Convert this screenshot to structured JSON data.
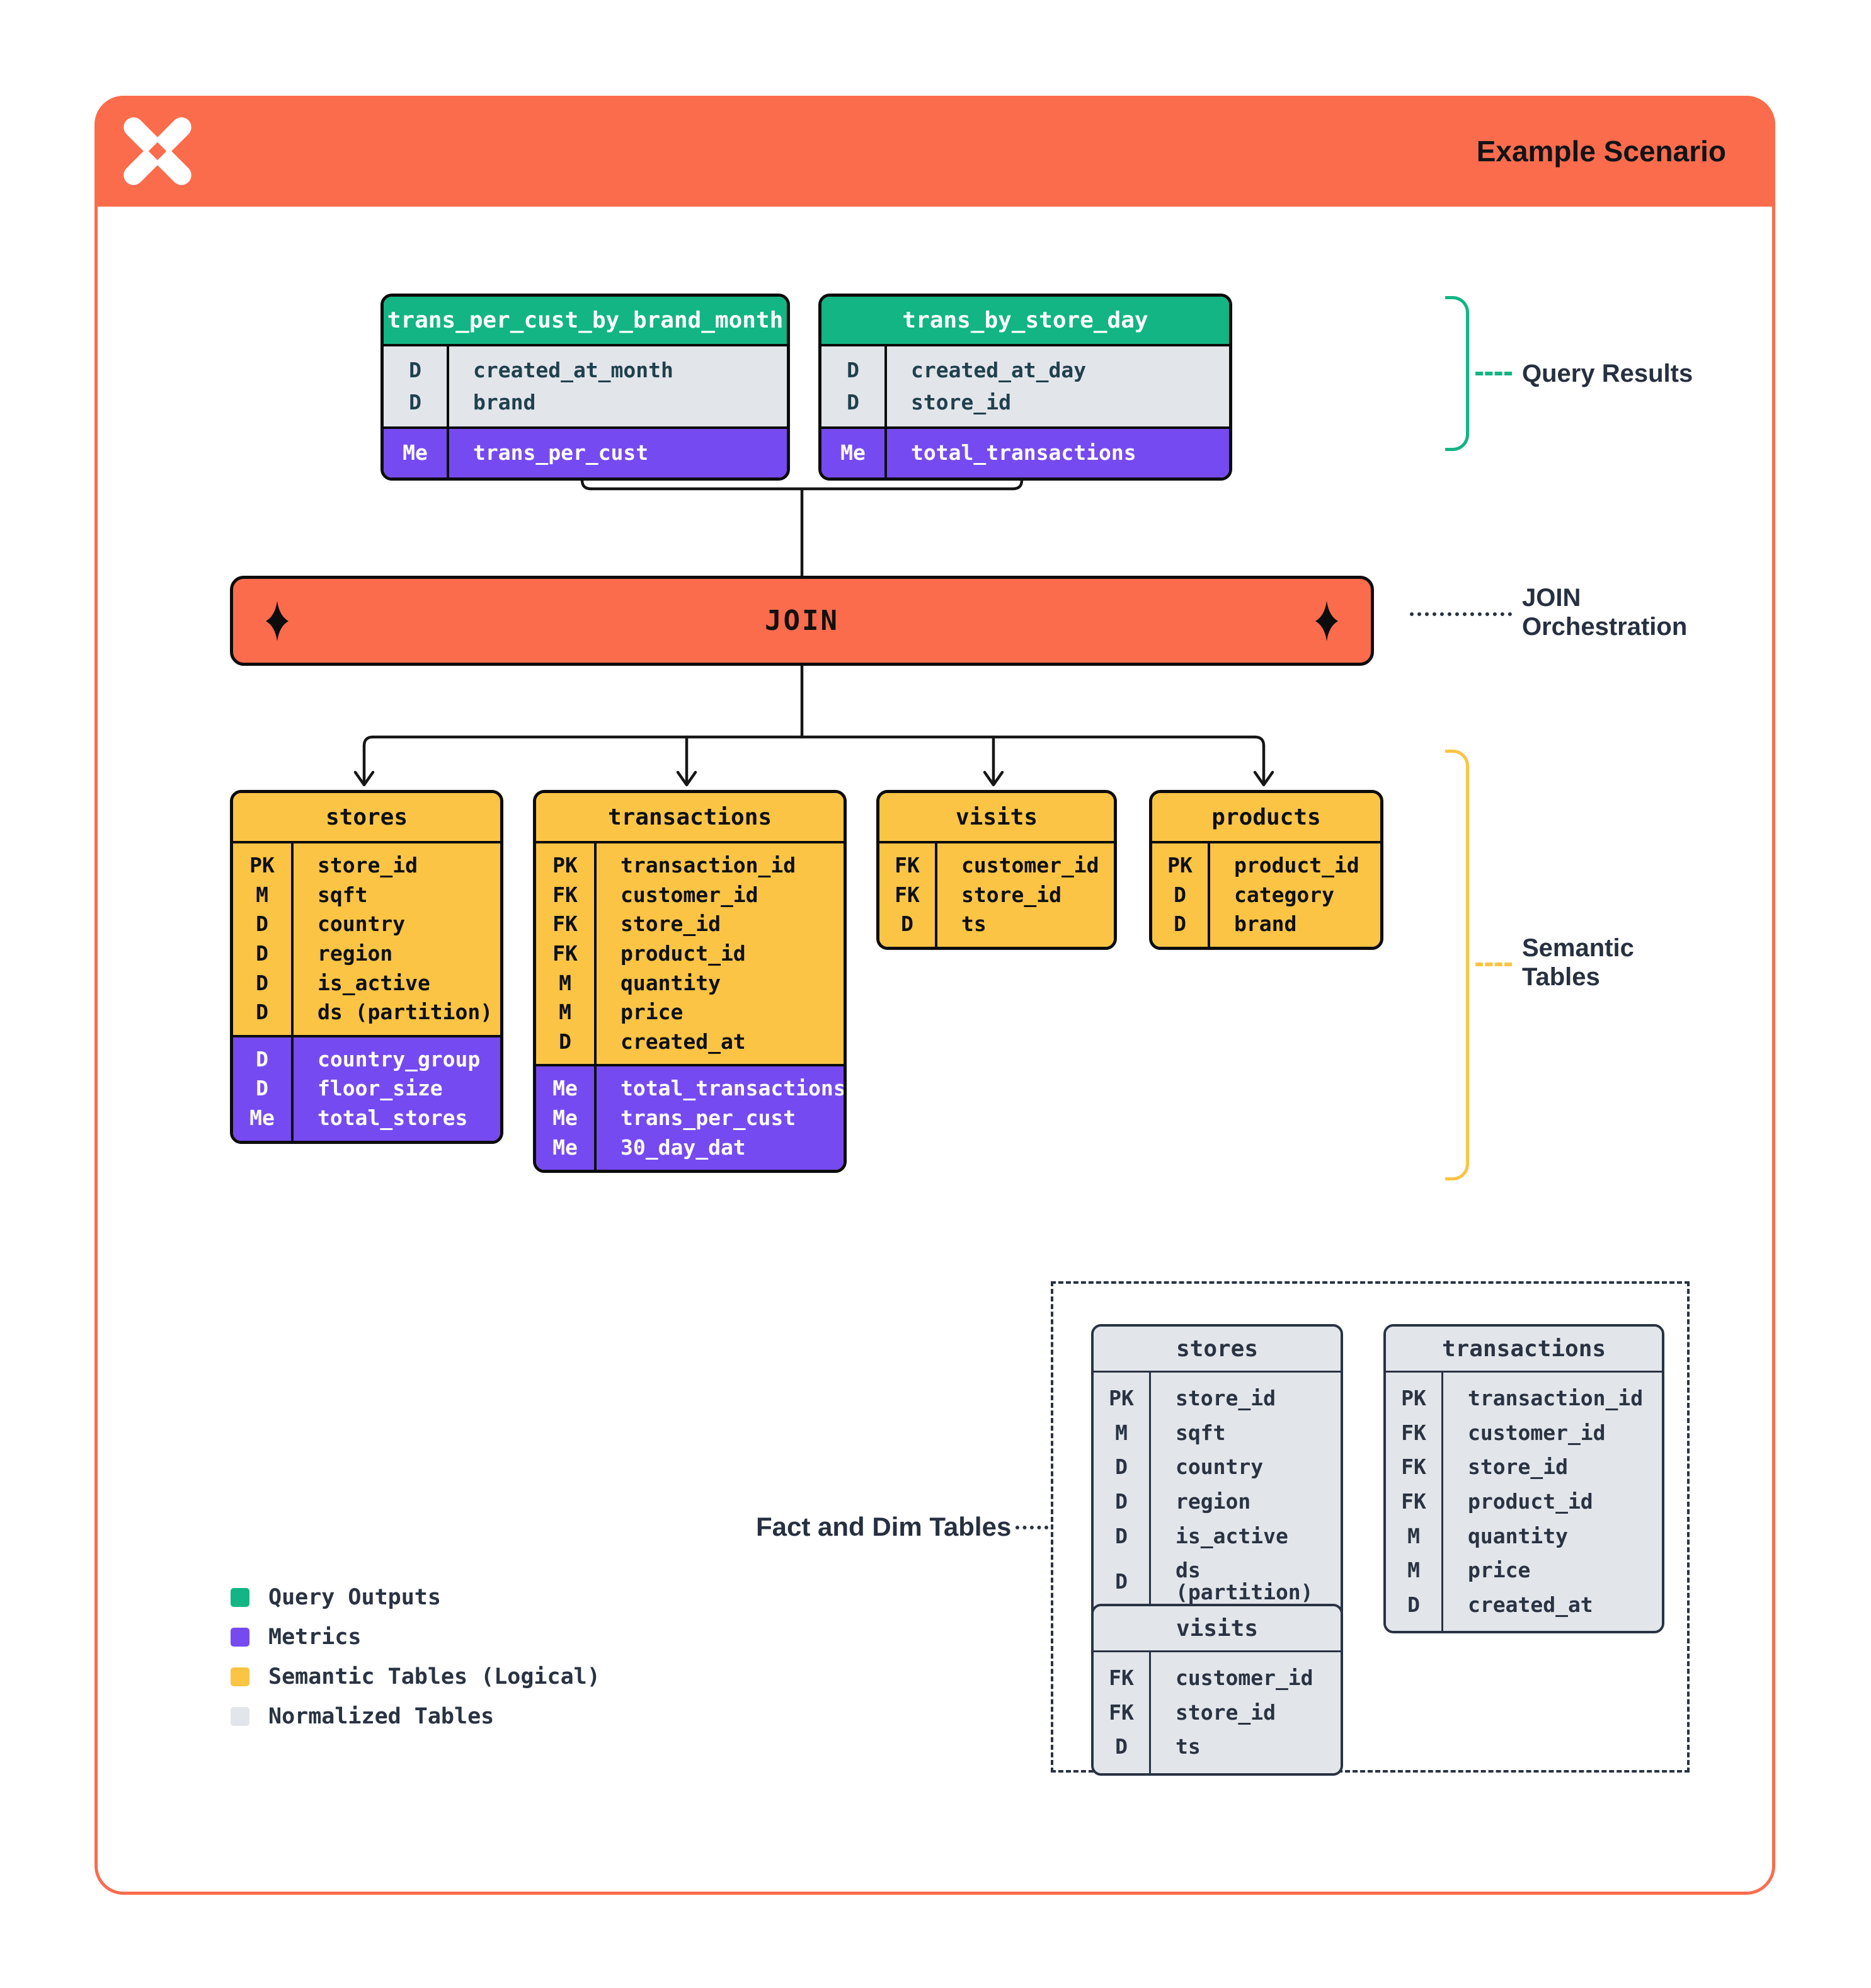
{
  "header": {
    "title": "Example Scenario"
  },
  "join": {
    "label": "JOIN"
  },
  "annotations": {
    "query_results": "Query Results",
    "join_orchestration": "JOIN Orchestration",
    "semantic_tables": "Semantic Tables",
    "fact_and_dim": "Fact and Dim Tables"
  },
  "query_tables": [
    {
      "name": "trans_per_cust_by_brand_month",
      "sections": [
        {
          "tone": "light",
          "rows": [
            [
              "D",
              "created_at_month"
            ],
            [
              "D",
              "brand"
            ]
          ]
        },
        {
          "tone": "purple",
          "rows": [
            [
              "Me",
              "trans_per_cust"
            ]
          ]
        }
      ]
    },
    {
      "name": "trans_by_store_day",
      "sections": [
        {
          "tone": "light",
          "rows": [
            [
              "D",
              "created_at_day"
            ],
            [
              "D",
              "store_id"
            ]
          ]
        },
        {
          "tone": "purple",
          "rows": [
            [
              "Me",
              "total_transactions"
            ]
          ]
        }
      ]
    }
  ],
  "semantic_tables": [
    {
      "name": "stores",
      "sections": [
        {
          "tone": "yellow",
          "rows": [
            [
              "PK",
              "store_id"
            ],
            [
              "M",
              "sqft"
            ],
            [
              "D",
              "country"
            ],
            [
              "D",
              "region"
            ],
            [
              "D",
              "is_active"
            ],
            [
              "D",
              "ds (partition)"
            ]
          ]
        },
        {
          "tone": "purple",
          "rows": [
            [
              "D",
              "country_group"
            ],
            [
              "D",
              "floor_size"
            ],
            [
              "Me",
              "total_stores"
            ]
          ]
        }
      ]
    },
    {
      "name": "transactions",
      "sections": [
        {
          "tone": "yellow",
          "rows": [
            [
              "PK",
              "transaction_id"
            ],
            [
              "FK",
              "customer_id"
            ],
            [
              "FK",
              "store_id"
            ],
            [
              "FK",
              "product_id"
            ],
            [
              "M",
              "quantity"
            ],
            [
              "M",
              "price"
            ],
            [
              "D",
              "created_at"
            ]
          ]
        },
        {
          "tone": "purple",
          "rows": [
            [
              "Me",
              "total_transactions"
            ],
            [
              "Me",
              "trans_per_cust"
            ],
            [
              "Me",
              "30_day_dat"
            ]
          ]
        }
      ]
    },
    {
      "name": "visits",
      "sections": [
        {
          "tone": "yellow",
          "rows": [
            [
              "FK",
              "customer_id"
            ],
            [
              "FK",
              "store_id"
            ],
            [
              "D",
              "ts"
            ]
          ]
        }
      ]
    },
    {
      "name": "products",
      "sections": [
        {
          "tone": "yellow",
          "rows": [
            [
              "PK",
              "product_id"
            ],
            [
              "D",
              "category"
            ],
            [
              "D",
              "brand"
            ]
          ]
        }
      ]
    }
  ],
  "normalized_tables": [
    {
      "name": "stores",
      "sections": [
        {
          "tone": "gray",
          "rows": [
            [
              "PK",
              "store_id"
            ],
            [
              "M",
              "sqft"
            ],
            [
              "D",
              "country"
            ],
            [
              "D",
              "region"
            ],
            [
              "D",
              "is_active"
            ],
            [
              "D",
              "ds (partition)"
            ]
          ]
        }
      ]
    },
    {
      "name": "transactions",
      "sections": [
        {
          "tone": "gray",
          "rows": [
            [
              "PK",
              "transaction_id"
            ],
            [
              "FK",
              "customer_id"
            ],
            [
              "FK",
              "store_id"
            ],
            [
              "FK",
              "product_id"
            ],
            [
              "M",
              "quantity"
            ],
            [
              "M",
              "price"
            ],
            [
              "D",
              "created_at"
            ]
          ]
        }
      ]
    },
    {
      "name": "visits",
      "sections": [
        {
          "tone": "gray",
          "rows": [
            [
              "FK",
              "customer_id"
            ],
            [
              "FK",
              "store_id"
            ],
            [
              "D",
              "ts"
            ]
          ]
        }
      ]
    }
  ],
  "legend": {
    "items": [
      {
        "color": "#12B583",
        "label": "Query Outputs"
      },
      {
        "color": "#764AF1",
        "label": "Metrics"
      },
      {
        "color": "#FBC445",
        "label": "Semantic Tables (Logical)"
      },
      {
        "color": "#E2E6EA",
        "label": "Normalized Tables"
      }
    ]
  },
  "colors": {
    "accent_orange": "#FB6C4D",
    "green": "#12B583",
    "purple": "#764AF1",
    "yellow": "#FBC445",
    "gray": "#E2E6EA",
    "navy": "#27303F"
  }
}
